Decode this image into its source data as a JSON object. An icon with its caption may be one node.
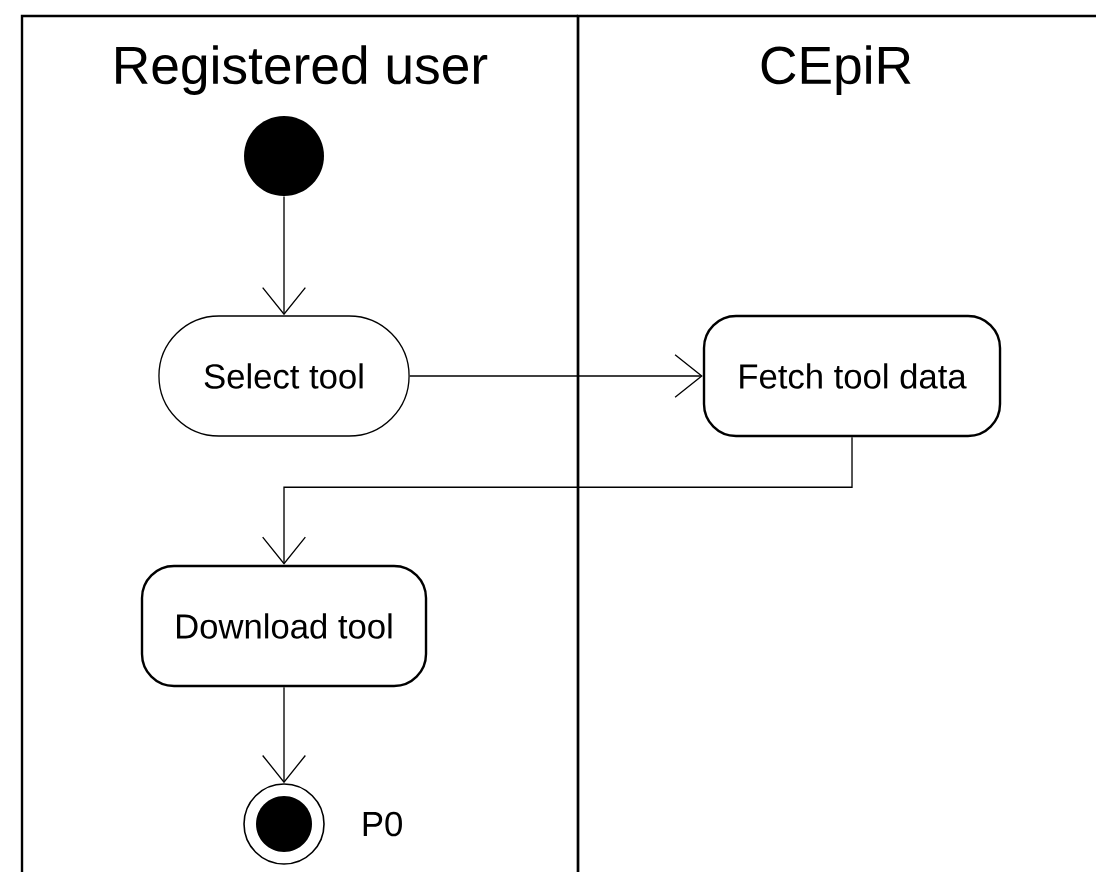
{
  "diagram": {
    "nodes": [
      {
        "text": [
          "Registered user"
        ]
      },
      {
        "text": [
          "CEpiR"
        ]
      },
      {
        "text": [],
        "shape": "circle",
        "in": 0
      },
      {
        "text": [
          "Select tool"
        ],
        "in": 0
      },
      {
        "text": [
          "Fetch tool data"
        ],
        "in": 1
      },
      {
        "text": [
          "Download tool"
        ],
        "in": 0
      },
      {
        "text": [],
        "shape": "circle",
        "in": 0,
        "beside": [
          "P0"
        ]
      }
    ],
    "edges": [
      {
        "from": 2,
        "to": 3,
        "arrow": "to"
      },
      {
        "from": 3,
        "to": 4,
        "arrow": "to"
      },
      {
        "from": 4,
        "to": 5,
        "arrow": "to"
      },
      {
        "from": 5,
        "to": 6,
        "arrow": "to"
      }
    ]
  }
}
